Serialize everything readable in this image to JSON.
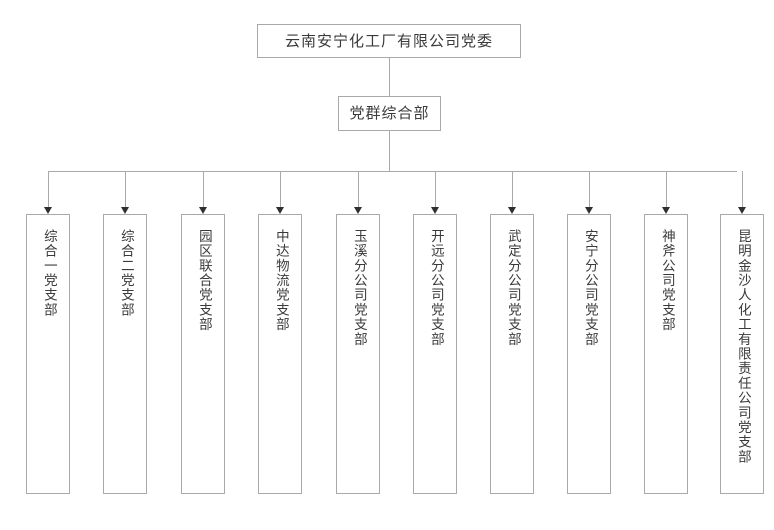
{
  "chart_data": {
    "type": "diagram",
    "diagram_kind": "organization-chart",
    "orientation": "top-down",
    "root": "云南安宁化工厂有限公司党委",
    "level2": "党群综合部",
    "leaf_count": 10,
    "leaves": [
      "综合一党支部",
      "综合二党支部",
      "园区联合党支部",
      "中达物流党支部",
      "玉溪分公司党支部",
      "开远分公司党支部",
      "武定分公司党支部",
      "安宁分公司党支部",
      "神斧公司党支部",
      "昆明金沙人化工有限责任公司党支部"
    ]
  },
  "chart": {
    "root": {
      "label": "云南安宁化工厂有限公司党委"
    },
    "department": {
      "label": "党群综合部"
    },
    "branches": [
      {
        "label": "综合一党支部"
      },
      {
        "label": "综合二党支部"
      },
      {
        "label": "园区联合党支部"
      },
      {
        "label": "中达物流党支部"
      },
      {
        "label": "玉溪分公司党支部"
      },
      {
        "label": "开远分公司党支部"
      },
      {
        "label": "武定分公司党支部"
      },
      {
        "label": "安宁分公司党支部"
      },
      {
        "label": "神斧公司党支部"
      },
      {
        "label": "昆明金沙人化工有限责任公司党支部"
      }
    ]
  },
  "style": {
    "background": "#ffffff",
    "box_border": "#a9a9a9",
    "text_color": "#3a3a3a",
    "connector_color": "#a9a9a9",
    "arrow_color": "#2f2f2f"
  }
}
